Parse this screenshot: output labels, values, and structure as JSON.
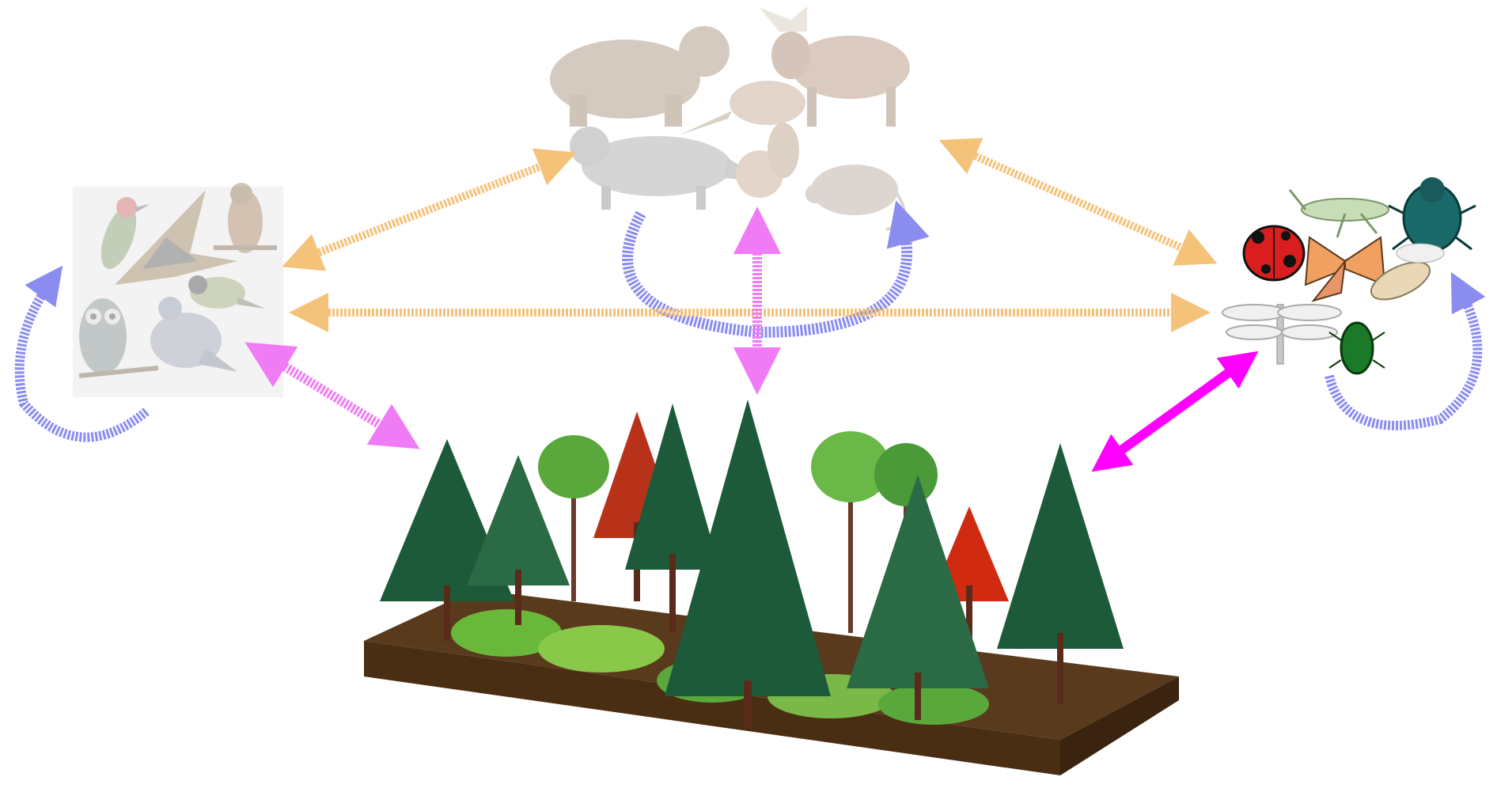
{
  "diagram": {
    "nodes": [
      {
        "id": "birds",
        "icon": "birds-group-icon",
        "active": false
      },
      {
        "id": "mammals",
        "icon": "mammals-group-icon",
        "active": false
      },
      {
        "id": "insects",
        "icon": "insects-group-icon",
        "active": true
      },
      {
        "id": "forest",
        "icon": "forest-icon",
        "active": true
      }
    ],
    "links": [
      {
        "from": "birds",
        "to": "mammals",
        "color": "#f5c27a",
        "active": false
      },
      {
        "from": "birds",
        "to": "insects",
        "color": "#f5c27a",
        "active": false
      },
      {
        "from": "mammals",
        "to": "insects",
        "color": "#f5c27a",
        "active": false
      },
      {
        "from": "birds",
        "to": "forest",
        "color": "#f07cf5",
        "active": false
      },
      {
        "from": "mammals",
        "to": "forest",
        "color": "#f07cf5",
        "active": false
      },
      {
        "from": "insects",
        "to": "forest",
        "color": "#ff00ff",
        "active": true
      }
    ],
    "self_loops": [
      {
        "node": "birds",
        "color": "#8a8cf0"
      },
      {
        "node": "mammals",
        "color": "#8a8cf0"
      },
      {
        "node": "insects",
        "color": "#8a8cf0"
      }
    ],
    "colors": {
      "orange_arrow": "#f5c27a",
      "pink_arrow": "#f07cf5",
      "magenta_arrow": "#ff00ff",
      "blue_loop": "#8a8cf0",
      "soil": "#5a3a1c",
      "conifer": "#1d5a3a",
      "red_tree": "#b8321a",
      "light_tree": "#5aa83c"
    }
  }
}
